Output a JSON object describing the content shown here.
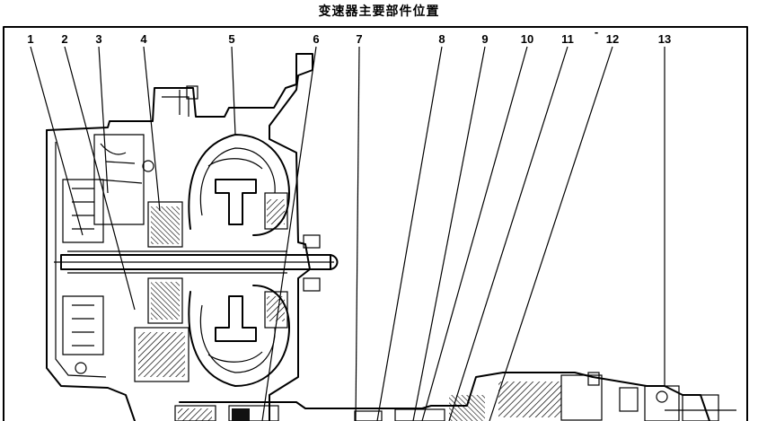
{
  "title": "变速器主要部件位置",
  "callouts": [
    "1",
    "2",
    "3",
    "4",
    "5",
    "6",
    "7",
    "8",
    "9",
    "10",
    "11",
    "12",
    "13"
  ],
  "marks": {
    "dash": "-"
  },
  "colors": {
    "ink": "#000000",
    "paper": "#ffffff"
  }
}
